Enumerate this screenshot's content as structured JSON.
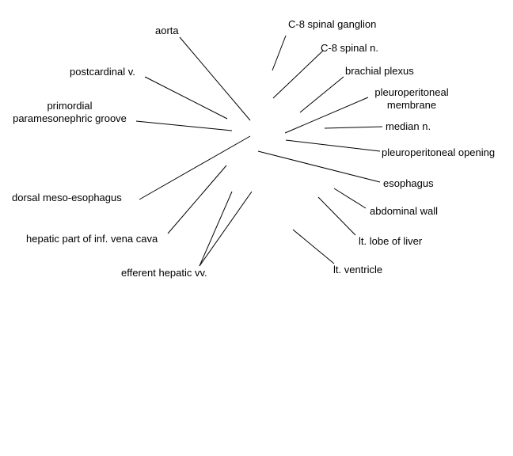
{
  "labels": {
    "aorta": "aorta",
    "postcardinal_v": "postcardinal v.",
    "primordial_paramesonephric_groove_1": "primordial",
    "primordial_paramesonephric_groove_2": "paramesonephric groove",
    "dorsal_meso_esophagus": "dorsal meso-esophagus",
    "hepatic_part_ivc": "hepatic part of inf. vena cava",
    "efferent_hepatic_vv": "efferent hepatic vv.",
    "c8_spinal_ganglion": "C-8 spinal ganglion",
    "c8_spinal_n": "C-8 spinal n.",
    "brachial_plexus": "brachial plexus",
    "pleuroperitoneal_membrane_1": "pleuroperitoneal",
    "pleuroperitoneal_membrane_2": "membrane",
    "median_n": "median n.",
    "pleuroperitoneal_opening": "pleuroperitoneal opening",
    "esophagus": "esophagus",
    "abdominal_wall": "abdominal wall",
    "lt_lobe_of_liver": "lt. lobe of liver",
    "lt_ventricle": "lt. ventricle"
  },
  "colors": {
    "line": "#000000",
    "text": "#000000",
    "background": "#ffffff"
  }
}
